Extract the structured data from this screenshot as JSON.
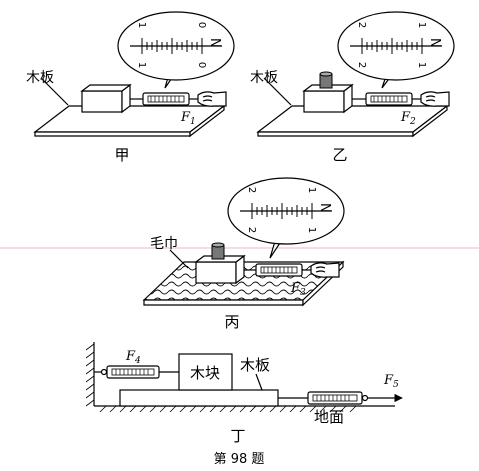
{
  "panels": {
    "jia": {
      "caption": "甲",
      "board_label": "木板",
      "force": {
        "letter": "F",
        "sub": "1"
      },
      "gauge": {
        "unit": "N",
        "ticks": [
          "1",
          "1",
          "0",
          "0"
        ]
      }
    },
    "yi": {
      "caption": "乙",
      "board_label": "木板",
      "force": {
        "letter": "F",
        "sub": "2"
      },
      "gauge": {
        "unit": "N",
        "ticks": [
          "2",
          "2",
          "1",
          "1"
        ]
      }
    },
    "bing": {
      "caption": "丙",
      "board_label": "毛巾",
      "force": {
        "letter": "F",
        "sub": "3"
      },
      "gauge": {
        "unit": "N",
        "ticks": [
          "2",
          "2",
          "1",
          "1"
        ]
      }
    },
    "ding": {
      "caption": "丁",
      "block_label": "木块",
      "board_label": "木板",
      "ground_label": "地面",
      "force_left": {
        "letter": "F",
        "sub": "4"
      },
      "force_right": {
        "letter": "F",
        "sub": "5"
      }
    }
  },
  "question_label": "第 98 题"
}
